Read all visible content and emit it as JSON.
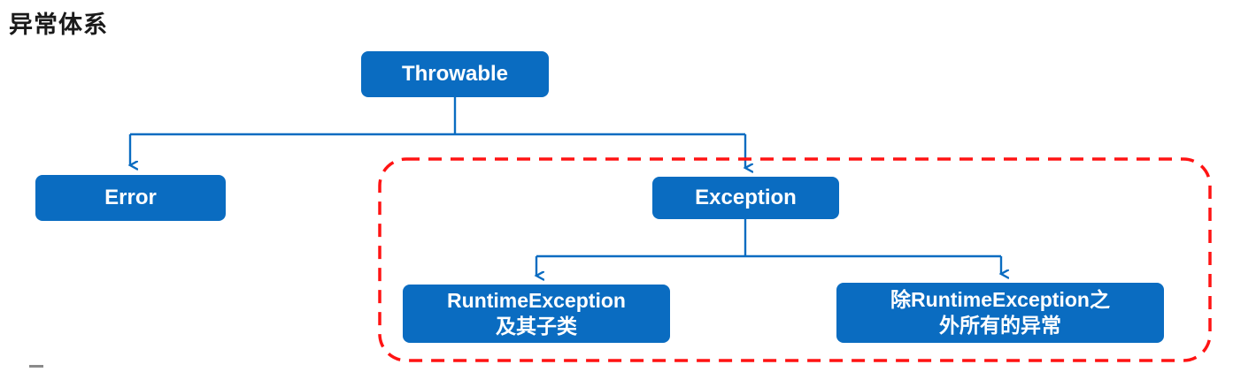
{
  "page": {
    "title": "异常体系"
  },
  "colors": {
    "node_background": "#0a6cc1",
    "node_text": "#ffffff",
    "connector": "#0a6cc1",
    "highlight_dashed_border": "#ff1313",
    "title_text": "#1a1a1a"
  },
  "diagram": {
    "type": "tree",
    "nodes": {
      "throwable": {
        "label": "Throwable"
      },
      "error": {
        "label": "Error"
      },
      "exception": {
        "label": "Exception"
      },
      "runtime_exception": {
        "line1": "RuntimeException",
        "line2": "及其子类"
      },
      "non_runtime_exception": {
        "line1": "除RuntimeException之",
        "line2": "外所有的异常"
      }
    },
    "edges": [
      {
        "from": "throwable",
        "to": "error"
      },
      {
        "from": "throwable",
        "to": "exception"
      },
      {
        "from": "exception",
        "to": "runtime_exception"
      },
      {
        "from": "exception",
        "to": "non_runtime_exception"
      }
    ],
    "highlight_group": [
      "exception",
      "runtime_exception",
      "non_runtime_exception"
    ]
  }
}
